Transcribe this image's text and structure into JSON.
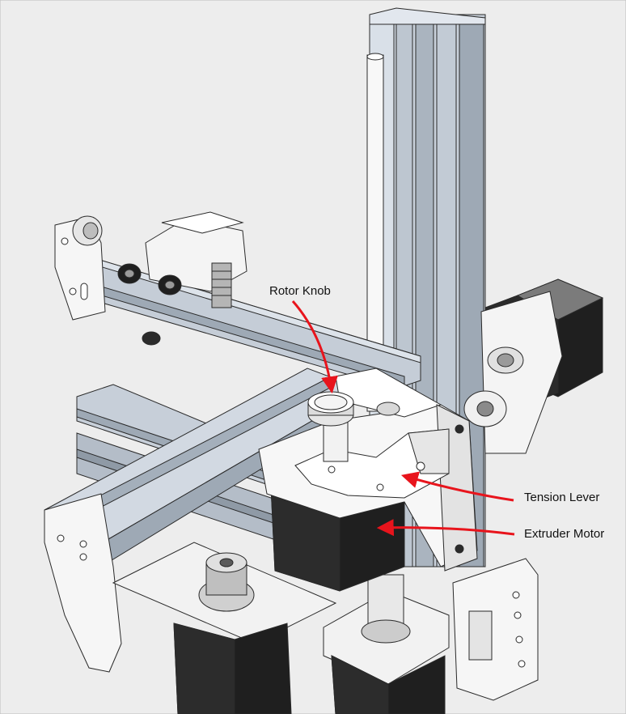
{
  "annotations": [
    {
      "id": "rotor-knob",
      "text": "Rotor Knob"
    },
    {
      "id": "tension-lever",
      "text": "Tension Lever"
    },
    {
      "id": "extruder-motor",
      "text": "Extruder Motor"
    }
  ],
  "colors": {
    "background": "#ededed",
    "aluminum_light": "#d6dde6",
    "aluminum_mid": "#b7c1cc",
    "aluminum_dark": "#8f9aa6",
    "plastic_white": "#f7f7f7",
    "plastic_shade": "#d9d9d9",
    "motor_black": "#1f1f1f",
    "motor_grey": "#7b7b7b",
    "arrow_red": "#e8141c",
    "outline": "#2a2a2a"
  }
}
